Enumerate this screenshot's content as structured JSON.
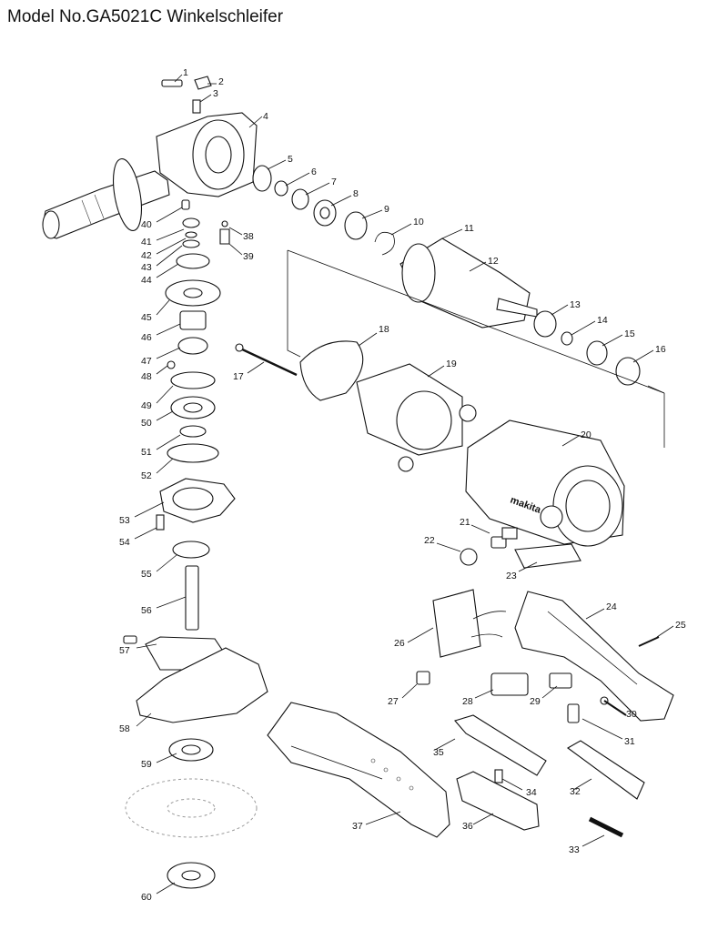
{
  "title": "Model No.GA5021C Winkelschleifer",
  "brand_mark": "makita",
  "callouts": [
    "1",
    "2",
    "3",
    "4",
    "5",
    "6",
    "7",
    "8",
    "9",
    "10",
    "11",
    "12",
    "13",
    "14",
    "15",
    "16",
    "17",
    "18",
    "19",
    "20",
    "21",
    "22",
    "23",
    "24",
    "25",
    "26",
    "27",
    "28",
    "29",
    "30",
    "31",
    "32",
    "33",
    "34",
    "35",
    "36",
    "37",
    "38",
    "39",
    "40",
    "41",
    "42",
    "43",
    "44",
    "45",
    "46",
    "47",
    "48",
    "49",
    "50",
    "51",
    "52",
    "53",
    "54",
    "55",
    "56",
    "57",
    "58",
    "59",
    "60"
  ]
}
